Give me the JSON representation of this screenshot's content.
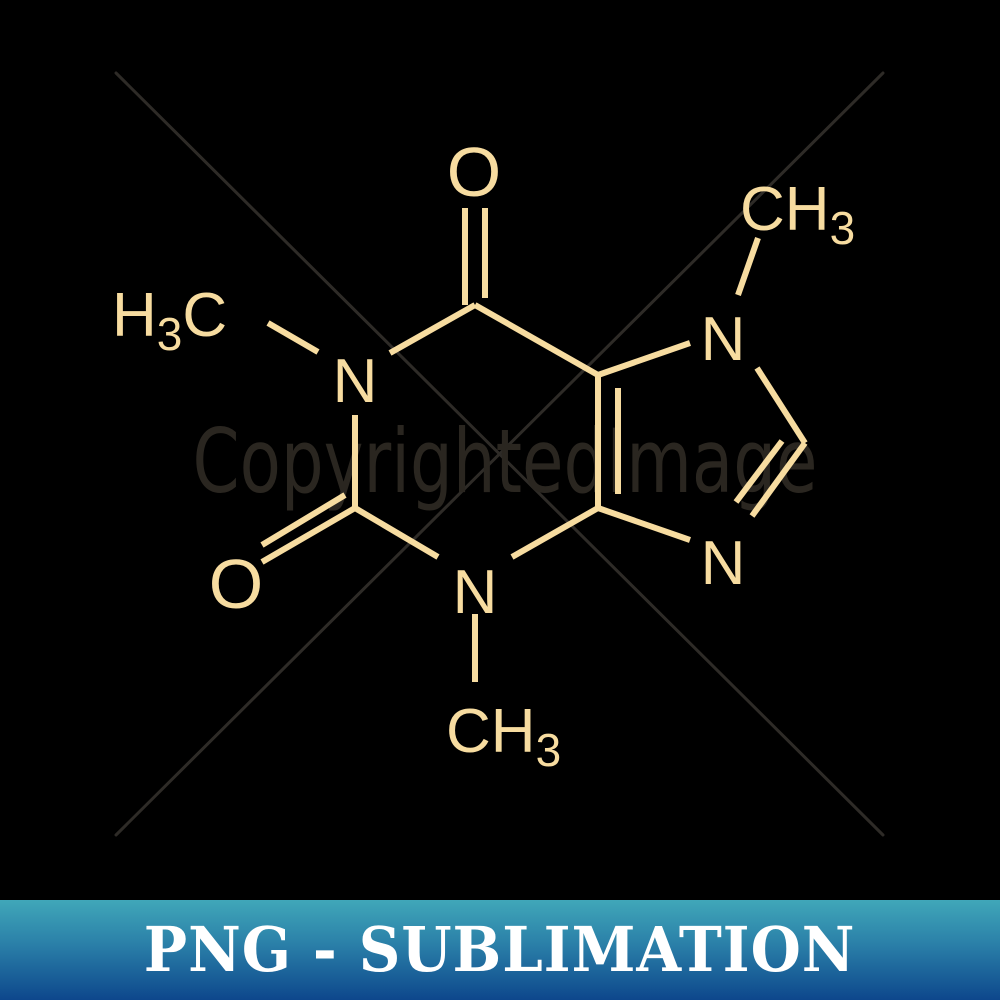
{
  "image": {
    "subject": "caffeine-molecule-structure",
    "background_color": "#000000",
    "line_color": "#f7dca0"
  },
  "molecule": {
    "atoms": {
      "o_top": "O",
      "o_left": "O",
      "n1": "N",
      "n3": "N",
      "n7": "N",
      "n9": "N",
      "methyl_left": {
        "main": "H",
        "sub": "3",
        "tail": "C"
      },
      "methyl_bottom": {
        "main": "CH",
        "sub": "3"
      },
      "methyl_top": {
        "main": "CH",
        "sub": "3"
      }
    }
  },
  "watermark": {
    "text": "CopyrightedImage",
    "color": "#2a2620"
  },
  "banner": {
    "label": "PNG - SUBLIMATION",
    "gradient_top": "#40a7b9",
    "gradient_bottom": "#0d478c",
    "text_color": "#ffffff"
  }
}
